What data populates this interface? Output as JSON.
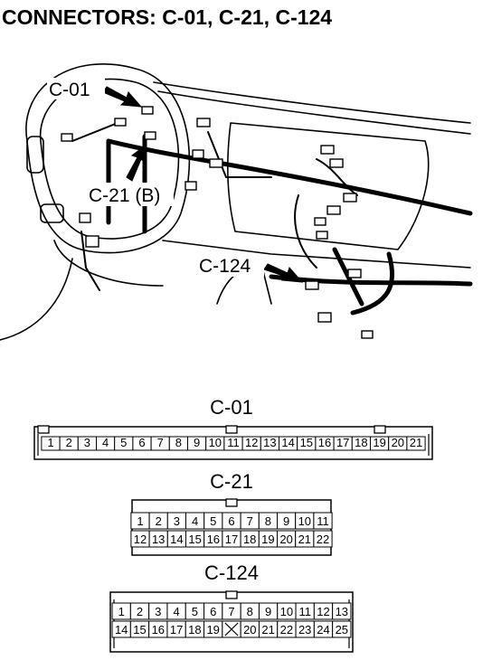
{
  "title": "CONNECTORS: C-01, C-21, C-124",
  "callouts": {
    "c01": "C-01",
    "c21": "C-21 (B)",
    "c124": "C-124"
  },
  "connectors": [
    {
      "name": "C-01",
      "rows": [
        [
          "1",
          "2",
          "3",
          "4",
          "5",
          "6",
          "7",
          "8",
          "9",
          "10",
          "11",
          "12",
          "13",
          "14",
          "15",
          "16",
          "17",
          "18",
          "19",
          "20",
          "21"
        ]
      ]
    },
    {
      "name": "C-21",
      "rows": [
        [
          "1",
          "2",
          "3",
          "4",
          "5",
          "6",
          "7",
          "8",
          "9",
          "10",
          "11"
        ],
        [
          "12",
          "13",
          "14",
          "15",
          "16",
          "17",
          "18",
          "19",
          "20",
          "21",
          "22"
        ]
      ]
    },
    {
      "name": "C-124",
      "rows": [
        [
          "1",
          "2",
          "3",
          "4",
          "5",
          "6",
          "7",
          "8",
          "9",
          "10",
          "11",
          "12",
          "13"
        ],
        [
          "14",
          "15",
          "16",
          "17",
          "18",
          "19",
          "",
          "20",
          "21",
          "22",
          "23",
          "24",
          "25"
        ]
      ]
    }
  ],
  "icons": [
    "arrow-icon",
    "connector-icon"
  ]
}
